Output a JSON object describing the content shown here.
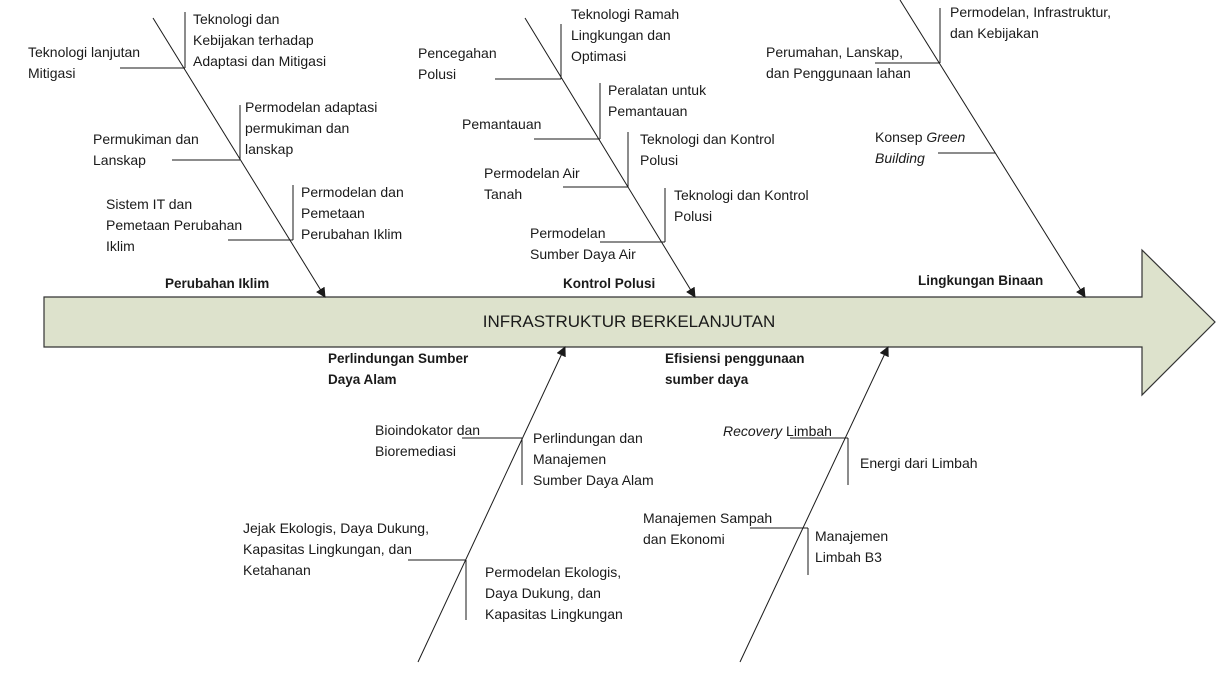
{
  "title": "INFRASTRUKTUR BERKELANJUTAN",
  "colors": {
    "arrow_fill": "#dde2cc",
    "line": "#1a1a1a"
  },
  "categories": {
    "perubahan_iklim": {
      "name": "Perubahan Iklim",
      "causes": [
        {
          "left": "Teknologi lanjutan\nMitigasi",
          "right": "Teknologi dan\nKebijakan terhadap\nAdaptasi dan Mitigasi"
        },
        {
          "left": "Permukiman dan\nLanskap",
          "right": "Permodelan adaptasi\npermukiman dan\nlanskap"
        },
        {
          "left": "Sistem IT dan\nPemetaan Perubahan\nIklim",
          "right": "Permodelan dan\nPemetaan\nPerubahan Iklim"
        }
      ]
    },
    "kontrol_polusi": {
      "name": "Kontrol Polusi",
      "causes": [
        {
          "left": "Pencegahan\nPolusi",
          "right": "Teknologi Ramah\nLingkungan dan\nOptimasi"
        },
        {
          "left": "Pemantauan",
          "right": "Peralatan untuk\nPemantauan"
        },
        {
          "left": "Permodelan Air\nTanah",
          "right": "Teknologi dan Kontrol\nPolusi"
        },
        {
          "left": "Permodelan\nSumber Daya Air",
          "right": "Teknologi dan Kontrol\nPolusi"
        }
      ]
    },
    "lingkungan_binaan": {
      "name": "Lingkungan Binaan",
      "causes": [
        {
          "left": "Perumahan, Lanskap,\ndan Penggunaan lahan",
          "right": "Permodelan, Infrastruktur,\ndan Kebijakan"
        },
        {
          "left_plain": "Konsep ",
          "left_italic": "Green\nBuilding"
        }
      ]
    },
    "perlindungan_sda": {
      "name": "Perlindungan Sumber\nDaya Alam",
      "causes": [
        {
          "left": "Bioindokator dan\nBioremediasi",
          "right": "Perlindungan dan\nManajemen\nSumber Daya Alam"
        },
        {
          "left": "Jejak Ekologis, Daya Dukung,\nKapasitas Lingkungan, dan\nKetahanan",
          "right": "Permodelan Ekologis,\nDaya Dukung, dan\nKapasitas Lingkungan"
        }
      ]
    },
    "efisiensi": {
      "name": "Efisiensi penggunaan\nsumber daya",
      "causes": [
        {
          "left_italic": "Recovery",
          "left_plain": " Limbah",
          "right": "Energi dari Limbah"
        },
        {
          "left": "Manajemen Sampah\ndan Ekonomi",
          "right": "Manajemen\nLimbah B3"
        }
      ]
    }
  }
}
